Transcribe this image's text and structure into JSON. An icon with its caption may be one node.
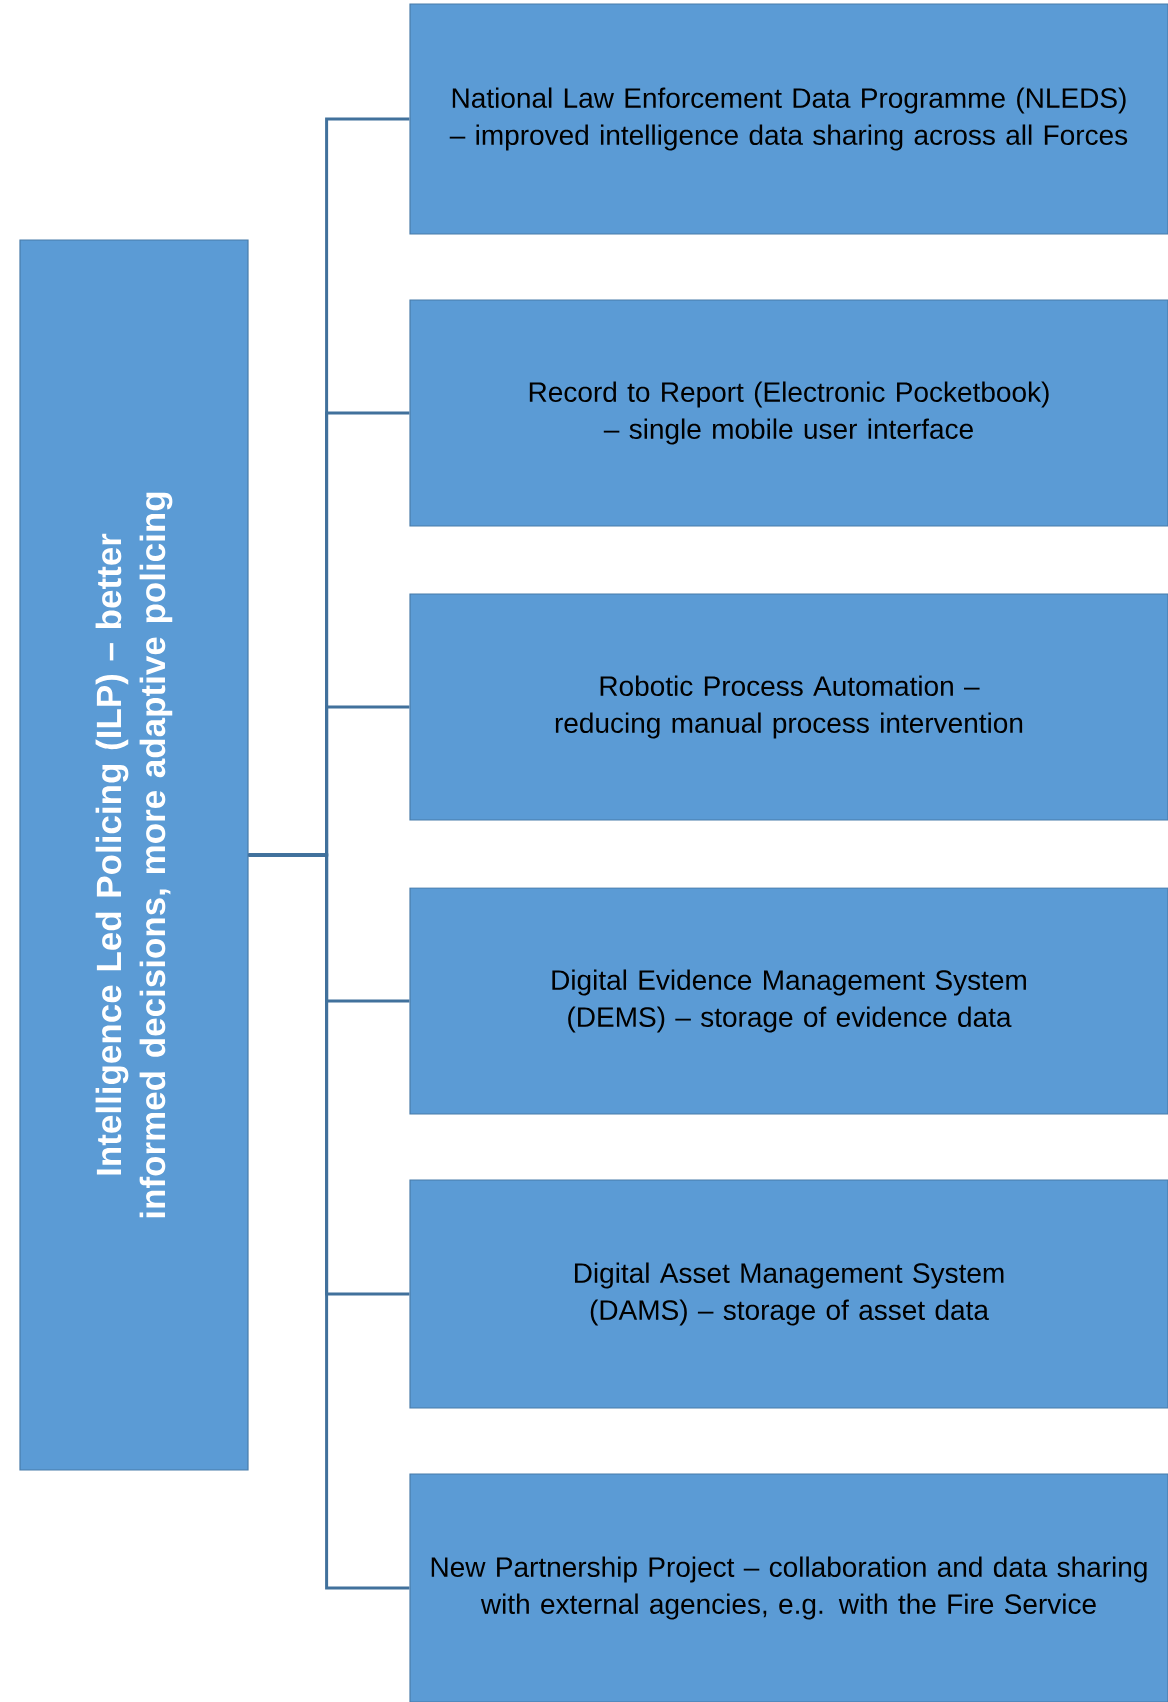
{
  "diagram": {
    "nodes": [
      {
        "text": [
          "Intelligence Led Policing (ILP) – better informed decisions, more adaptive policing"
        ]
      },
      {
        "text": [
          "National Law Enforcement Data Programme (NLEDS) – improved intelligence data sharing across all Forces"
        ]
      },
      {
        "text": [
          "Record to Report (Electronic Pocketbook) – single mobile user interface"
        ]
      },
      {
        "text": [
          "Robotic Process Automation – reducing manual process intervention"
        ]
      },
      {
        "text": [
          "Digital Evidence Management System (DEMS) – storage of evidence data"
        ]
      },
      {
        "text": [
          "Digital Asset Management System (DAMS) – storage of asset data"
        ]
      },
      {
        "text": [
          "New Partnership Project – collaboration and data sharing with external agencies, e.g. with the Fire Service"
        ]
      }
    ],
    "edges": [
      {
        "from": 0,
        "to": 1,
        "arrow": "none"
      },
      {
        "from": 0,
        "to": 2,
        "arrow": "none"
      },
      {
        "from": 0,
        "to": 3,
        "arrow": "none"
      },
      {
        "from": 0,
        "to": 4,
        "arrow": "none"
      },
      {
        "from": 0,
        "to": 5,
        "arrow": "none"
      },
      {
        "from": 0,
        "to": 6,
        "arrow": "none"
      }
    ]
  }
}
